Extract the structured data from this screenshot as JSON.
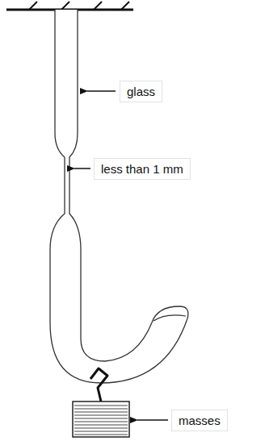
{
  "diagram": {
    "labels": [
      "glass",
      "less than 1 mm",
      "masses"
    ]
  }
}
